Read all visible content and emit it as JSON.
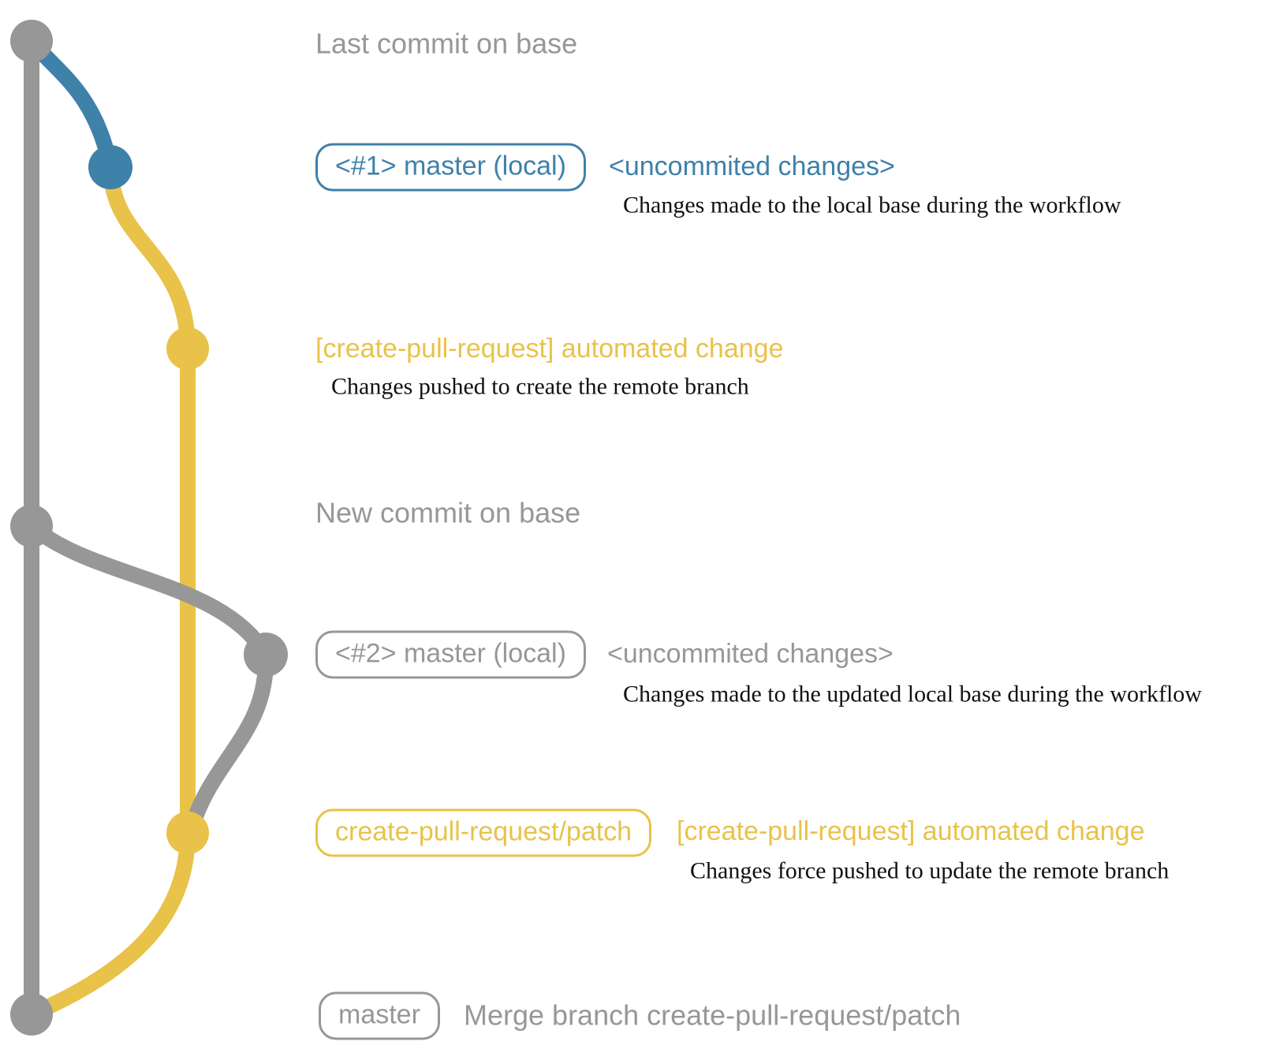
{
  "colors": {
    "gray": "#979797",
    "blue": "#3e81a9",
    "yellow": "#e9c24a",
    "caption": "#111111"
  },
  "graph": {
    "nodes": [
      {
        "name": "last-commit-on-base",
        "color": "gray"
      },
      {
        "name": "local-commit-1",
        "color": "blue"
      },
      {
        "name": "patch-branch-commit-1",
        "color": "yellow"
      },
      {
        "name": "new-commit-on-base",
        "color": "gray"
      },
      {
        "name": "local-commit-2",
        "color": "gray"
      },
      {
        "name": "patch-branch-commit-2",
        "color": "yellow"
      },
      {
        "name": "merge-commit",
        "color": "gray"
      }
    ]
  },
  "rows": {
    "last_commit": {
      "label": "Last commit on base"
    },
    "commit1": {
      "badge": "<#1> master (local)",
      "message": "<uncommited changes>",
      "caption": "Changes made to the local base during the workflow"
    },
    "push1": {
      "message": "[create-pull-request] automated change",
      "caption": "Changes pushed to create the remote branch"
    },
    "new_commit": {
      "label": "New commit on base"
    },
    "commit2": {
      "badge": "<#2> master (local)",
      "message": "<uncommited changes>",
      "caption": "Changes made to the updated local base during the workflow"
    },
    "push2": {
      "badge": "create-pull-request/patch",
      "message": "[create-pull-request] automated change",
      "caption": "Changes force pushed to update the remote branch"
    },
    "merge": {
      "badge": "master",
      "message": "Merge branch create-pull-request/patch"
    }
  }
}
